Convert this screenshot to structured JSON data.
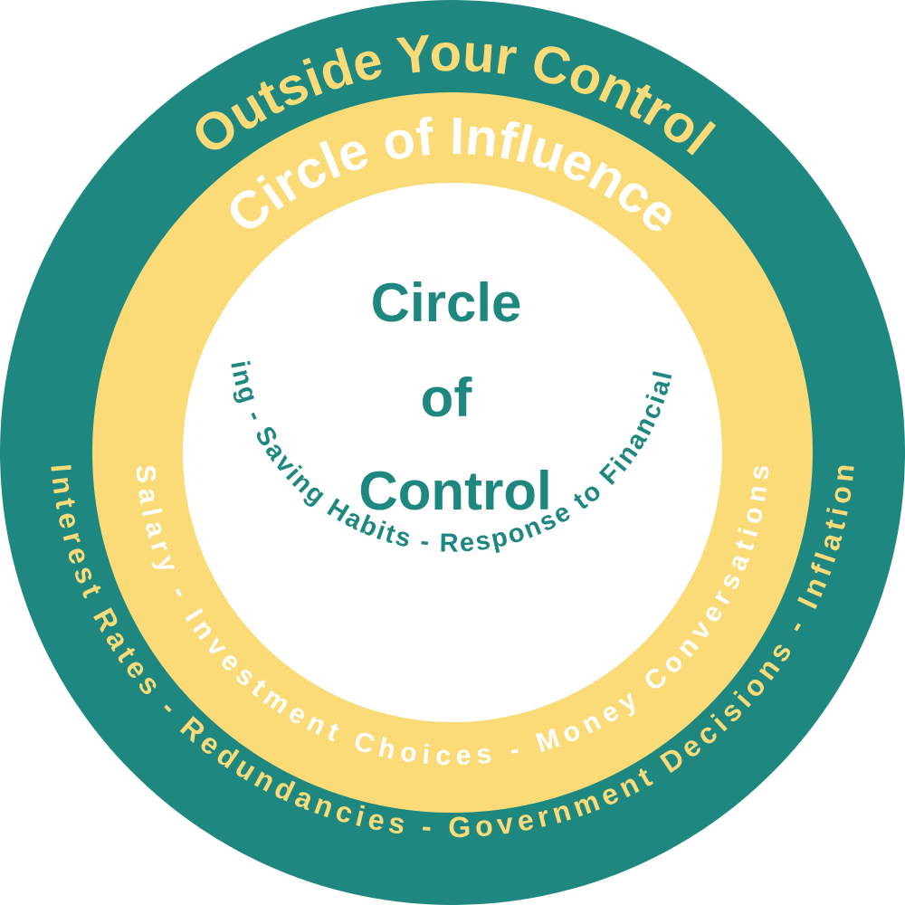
{
  "colors": {
    "outer": "#1e8880",
    "middle": "#fadb78",
    "inner": "#ffffff",
    "outer_text": "#fadb78",
    "middle_text": "#ffffff",
    "inner_text": "#1e8880"
  },
  "outer": {
    "title": "Outside Your Control",
    "items": [
      "Interest Rates",
      "-",
      "Redundancies",
      "-",
      "Government Decisions",
      "-",
      "Inflation"
    ]
  },
  "middle": {
    "title": "Circle of Influence",
    "items": [
      "Salary",
      "-",
      "Investment Choices",
      "-",
      "Money",
      "Conversations"
    ]
  },
  "inner": {
    "title_lines": [
      "Circle",
      "of",
      "Control"
    ],
    "items": [
      "Spending",
      "-",
      "Saving Habits",
      "-",
      "Response to Financial Stress"
    ]
  }
}
